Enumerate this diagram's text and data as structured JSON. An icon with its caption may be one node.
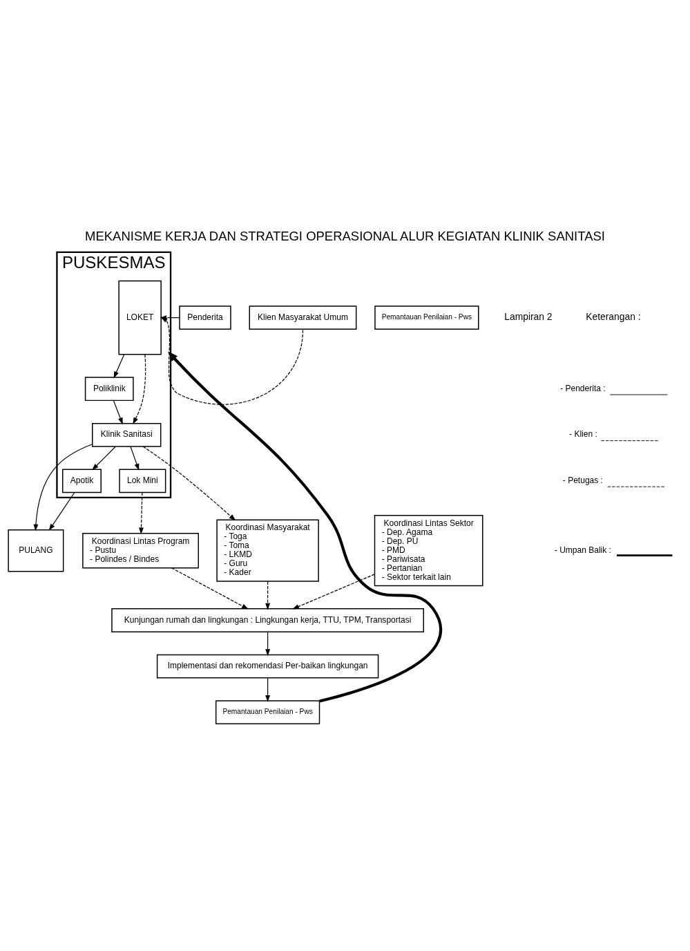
{
  "diagram": {
    "title": "MEKANISME KERJA DAN STRATEGI OPERASIONAL ALUR KEGIATAN KLINIK SANITASI",
    "nodes": [
      {
        "text": [
          "PUSKESMAS"
        ]
      },
      {
        "text": [
          "Penderita"
        ]
      },
      {
        "text": [
          "Klien Masyarakat Umum"
        ]
      },
      {
        "text": [
          "LOKET"
        ],
        "in": 0
      },
      {
        "text": [
          "Poliklinik"
        ],
        "in": 0
      },
      {
        "text": [
          "Apotik"
        ],
        "in": 0
      },
      {
        "text": [
          "Klinik Sanitasi"
        ],
        "in": 0
      },
      {
        "text": [
          "Lok Mini"
        ],
        "in": 0
      },
      {
        "text": [
          "PULANG"
        ]
      },
      {
        "text": [
          "Koordinasi Masyarakat",
          "- Toga",
          "- Toma",
          "- LKMD",
          "- Guru",
          "- Kader"
        ]
      },
      {
        "text": [
          "Koordinasi Lintas Program",
          "- Pustu",
          "- Polindes / Bindes"
        ]
      },
      {
        "text": [
          "Koordinasi Lintas Sektor",
          "- Dep. Agama",
          "- Dep. PU",
          "- PMD",
          "- Pariwisata",
          "- Pertanian",
          "- Sektor terkait lain"
        ]
      },
      {
        "text": [
          "Kunjungan rumah dan lingkungan : Lingkungan kerja, TTU, TPM, Transportasi"
        ]
      },
      {
        "text": [
          "Implementasi dan rekomendasi Per-baikan lingkungan"
        ]
      },
      {
        "text": [
          "Pemantauan Penilaian - Pws"
        ]
      },
      {
        "text": [
          "Pemantauan Penilaian - Pws"
        ]
      }
    ],
    "edges": [
      {
        "from": 1,
        "to": 3,
        "arrow": "to"
      },
      {
        "from": 2,
        "to": 3,
        "arrow": "to",
        "style": "dashed"
      },
      {
        "from": 3,
        "to": 4,
        "arrow": "to"
      },
      {
        "from": 3,
        "to": 6,
        "arrow": "to",
        "style": "dashed"
      },
      {
        "from": 4,
        "to": 6,
        "arrow": "to"
      },
      {
        "from": 6,
        "to": 5,
        "arrow": "to"
      },
      {
        "from": 5,
        "to": 8,
        "arrow": "to"
      },
      {
        "from": 6,
        "to": 8,
        "arrow": "to"
      },
      {
        "from": 6,
        "to": 7,
        "arrow": "to"
      },
      {
        "from": 6,
        "to": 9,
        "arrow": "to",
        "style": "dashed"
      },
      {
        "from": 7,
        "to": 10,
        "arrow": "to",
        "style": "dashed"
      },
      {
        "from": 9,
        "to": 12,
        "arrow": "to",
        "style": "dashed"
      },
      {
        "from": 10,
        "to": 12,
        "arrow": "to",
        "style": "dashed"
      },
      {
        "from": 11,
        "to": 12,
        "arrow": "to",
        "style": "dashed"
      },
      {
        "from": 12,
        "to": 13,
        "arrow": "to"
      },
      {
        "from": 13,
        "to": 14,
        "arrow": "to"
      },
      {
        "from": 14,
        "to": 0,
        "arrow": "to",
        "style": "thick"
      }
    ],
    "labels": [
      "Lampiran 2",
      "Keterangan :"
    ],
    "legend": [
      {
        "text": "- Penderita :"
      },
      {
        "text": "- Klien :"
      },
      {
        "text": "- Petugas :"
      },
      {
        "text": "- Umpan Balik :"
      }
    ]
  }
}
